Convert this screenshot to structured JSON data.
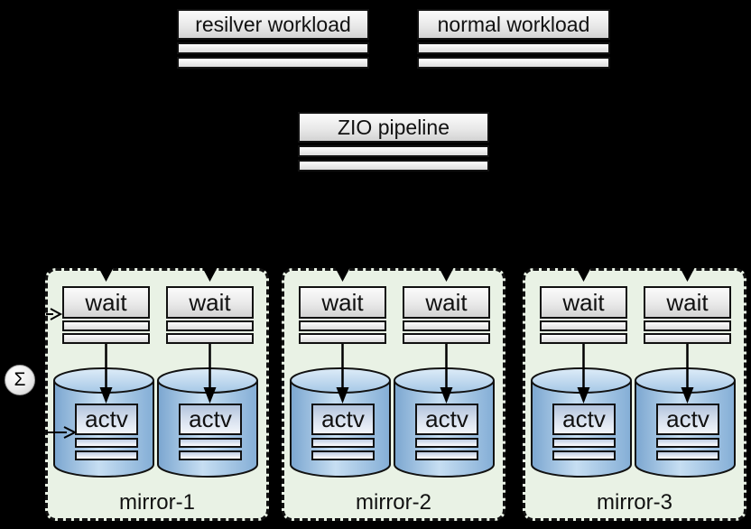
{
  "workloads": [
    {
      "label": "resilver workload"
    },
    {
      "label": "normal workload"
    }
  ],
  "pipeline": {
    "label": "ZIO pipeline"
  },
  "aggregator": {
    "symbol": "Σ"
  },
  "mirrors": [
    {
      "label": "mirror-1",
      "disks": [
        {
          "wait_label": "wait",
          "actv_label": "actv"
        },
        {
          "wait_label": "wait",
          "actv_label": "actv"
        }
      ]
    },
    {
      "label": "mirror-2",
      "disks": [
        {
          "wait_label": "wait",
          "actv_label": "actv"
        },
        {
          "wait_label": "wait",
          "actv_label": "actv"
        }
      ]
    },
    {
      "label": "mirror-3",
      "disks": [
        {
          "wait_label": "wait",
          "actv_label": "actv"
        },
        {
          "wait_label": "wait",
          "actv_label": "actv"
        }
      ]
    }
  ],
  "colors": {
    "background": "#000000",
    "group_fill": "#e9f2e5",
    "node_gray_top": "#fbfbfb",
    "node_gray_bottom": "#d3d3d3",
    "actv_blue_top": "#b3c4dd",
    "cylinder_dark": "#7ba6d0",
    "cylinder_light": "#c6def2",
    "outline": "#111111"
  }
}
